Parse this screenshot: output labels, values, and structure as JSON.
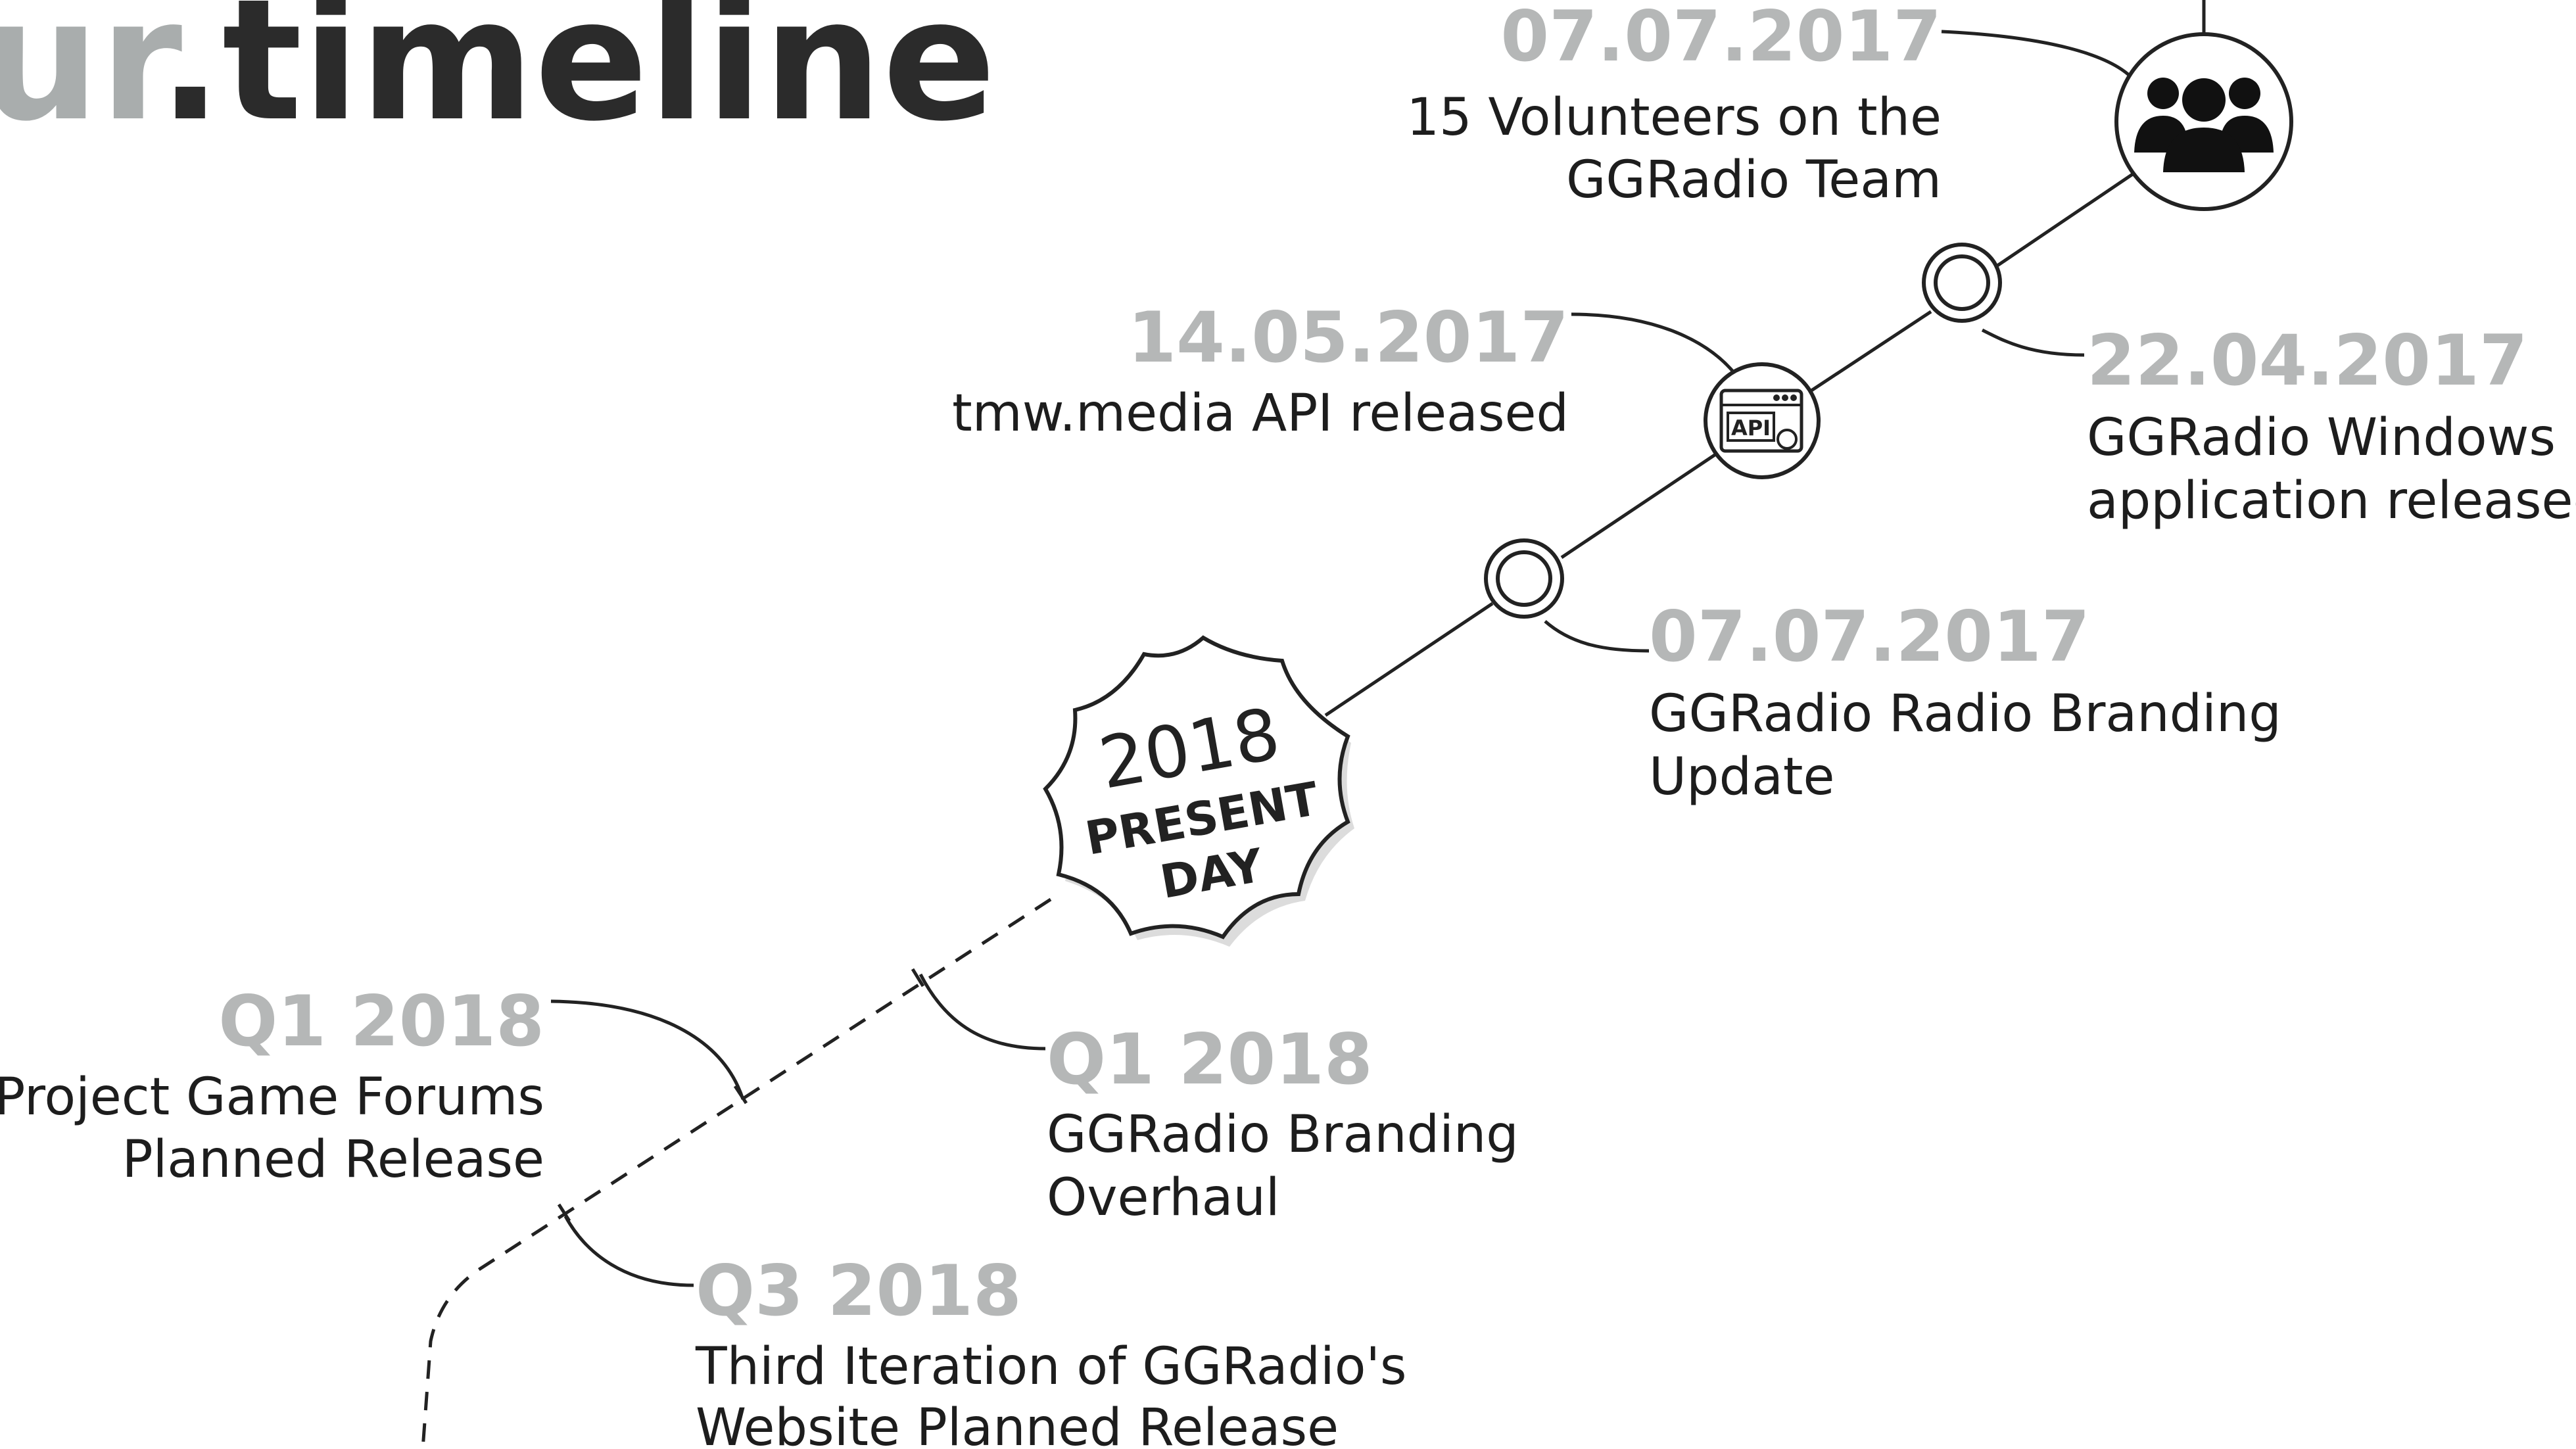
{
  "heading": {
    "prefix": "ur",
    "dot": ".",
    "word": "timeline"
  },
  "badge": {
    "year": "2018",
    "line1": "PRESENT",
    "line2": "DAY"
  },
  "icons": {
    "team": "group-people-icon",
    "api": "api-window-icon",
    "marker": "hollow-ring-icon"
  },
  "colors": {
    "date": "#b5b7b7",
    "text": "#1d1d1d",
    "line": "#222222",
    "heading_muted": "#a9adad",
    "heading_dark": "#2b2b2b"
  },
  "events": [
    {
      "date": "07.07.2017",
      "lines": [
        "15 Volunteers on the",
        "GGRadio Team"
      ]
    },
    {
      "date": "22.04.2017",
      "lines": [
        "GGRadio Windows",
        "application released"
      ]
    },
    {
      "date": "14.05.2017",
      "lines": [
        "tmw.media API released"
      ]
    },
    {
      "date": "07.07.2017",
      "lines": [
        "GGRadio Radio Branding",
        "Update"
      ]
    },
    {
      "date": "Q1 2018",
      "lines": [
        "Project Game Forums",
        "Planned Release"
      ]
    },
    {
      "date": "Q1 2018",
      "lines": [
        "GGRadio Branding",
        "Overhaul"
      ]
    },
    {
      "date": "Q3 2018",
      "lines": [
        "Third Iteration of GGRadio's",
        "Website Planned Release"
      ]
    }
  ]
}
